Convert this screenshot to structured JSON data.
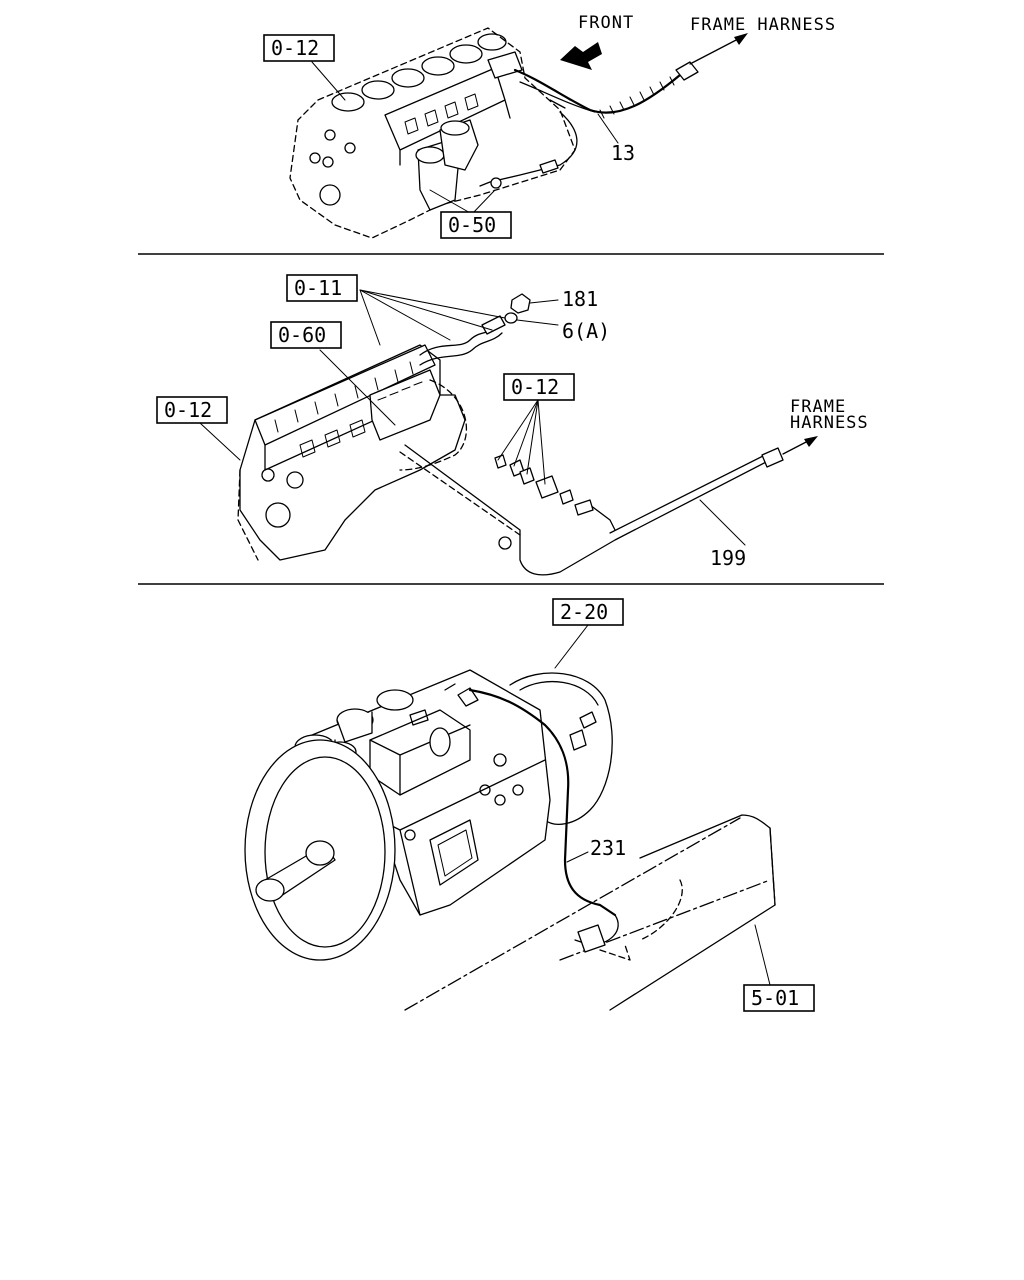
{
  "refs": {
    "s1_engine": "0-12",
    "s1_bottom": "0-50",
    "s2_top": "0-11",
    "s2_mid": "0-60",
    "s2_left": "0-12",
    "s2_right": "0-12",
    "s3_top": "2-20",
    "s3_bottom": "5-01"
  },
  "labels": {
    "front": "FRONT",
    "frame_harness_1": "FRAME HARNESS",
    "frame_harness_2a": "FRAME",
    "frame_harness_2b": "HARNESS"
  },
  "parts": {
    "p13": "13",
    "p181": "181",
    "p6a": "6(A)",
    "p199": "199",
    "p231": "231"
  }
}
